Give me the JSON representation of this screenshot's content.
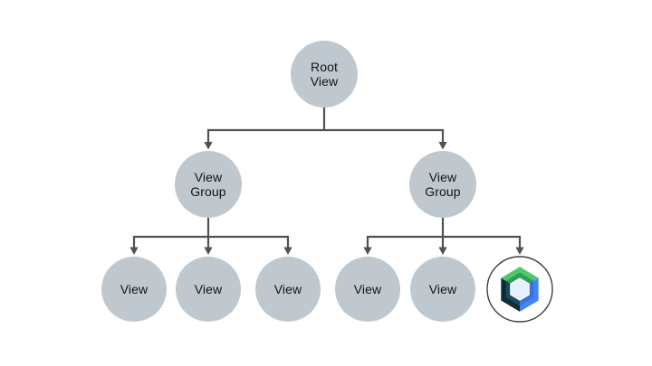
{
  "diagram": {
    "description": "View hierarchy tree with Jetpack Compose node",
    "colors": {
      "background": "#FFFFFF",
      "node_fill": "#BFC8CE",
      "connector": "#4E5356",
      "label_text": "#141414",
      "compose_circle_fill": "#FFFFFF",
      "compose_circle_stroke": "#3C4043",
      "compose_green_light": "#4CC96E",
      "compose_green_dark": "#2F9E54",
      "compose_blue": "#4285F4",
      "compose_blue_dark": "#3A72D8",
      "compose_navy": "#0E2B3C",
      "compose_navy_light": "#1C4A5F",
      "compose_center_fill": "#E2F1FB",
      "compose_center_stroke": "#F7FBFE"
    },
    "nodes": {
      "root": {
        "line1": "Root",
        "line2": "View"
      },
      "group_left": {
        "line1": "View",
        "line2": "Group"
      },
      "group_right": {
        "line1": "View",
        "line2": "Group"
      },
      "view_l1": {
        "label": "View"
      },
      "view_l2": {
        "label": "View"
      },
      "view_l3": {
        "label": "View"
      },
      "view_r1": {
        "label": "View"
      },
      "view_r2": {
        "label": "View"
      },
      "compose": {
        "icon": "jetpack-compose-logo"
      }
    },
    "hierarchy": {
      "root": "Root View",
      "children": [
        {
          "label": "View Group",
          "children": [
            "View",
            "View",
            "View"
          ]
        },
        {
          "label": "View Group",
          "children": [
            "View",
            "View",
            "jetpack-compose-logo"
          ]
        }
      ]
    }
  }
}
